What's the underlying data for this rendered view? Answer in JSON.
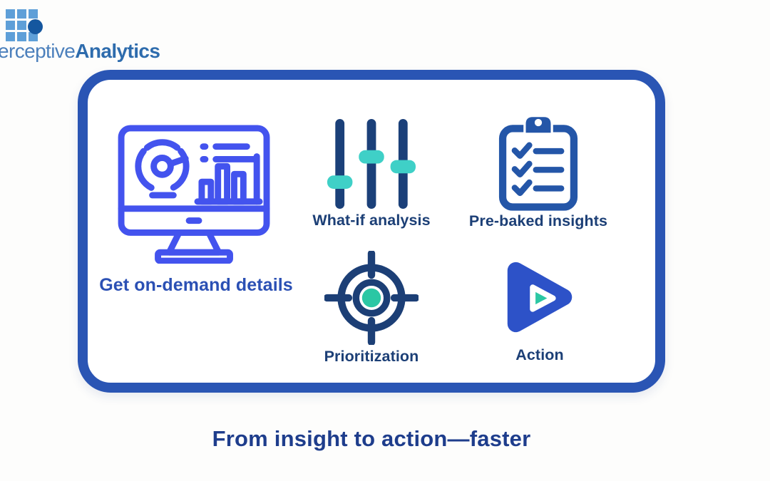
{
  "brand": {
    "visible_prefix": "erceptive",
    "suffix": "Analytics"
  },
  "features": [
    {
      "id": "on_demand",
      "label": "Get on-demand details",
      "icon": "dashboard-monitor-icon"
    },
    {
      "id": "what_if",
      "label": "What-if analysis",
      "icon": "sliders-icon"
    },
    {
      "id": "pre_baked",
      "label": "Pre-baked insights",
      "icon": "checklist-clipboard-icon"
    },
    {
      "id": "prioritization",
      "label": "Prioritization",
      "icon": "target-icon"
    },
    {
      "id": "action",
      "label": "Action",
      "icon": "play-icon"
    }
  ],
  "tagline": "From insight to action—faster",
  "colors": {
    "card_border": "#2A55B4",
    "monitor_icon_blue": "#4353EE",
    "navy": "#1C3F76",
    "slider_handle_teal": "#3FD0C7",
    "clipboard_blue": "#2456A8",
    "target_dot_green": "#2BC7A4",
    "play_blue": "#2D52C8",
    "play_inner_green": "#2BC7A4",
    "on_demand_label_blue": "#2B50B4",
    "tagline_navy": "#1E3D8C",
    "logo_square_blue": "#5E9FD8",
    "logo_dot_blue": "#15579F",
    "background": "#FDFDFC"
  }
}
